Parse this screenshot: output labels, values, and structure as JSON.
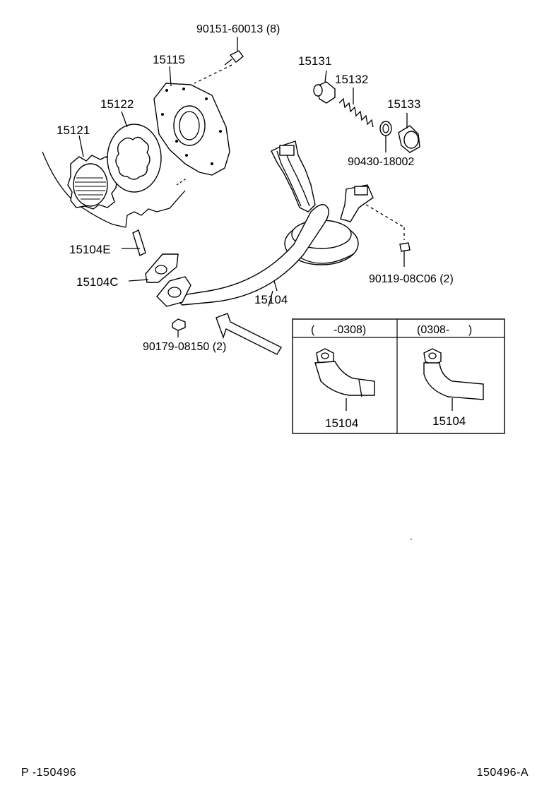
{
  "labels": {
    "bolt_60013": "90151-60013 (8)",
    "cover_15115": "15115",
    "rotor_15122": "15122",
    "gear_15121": "15121",
    "valve_15131": "15131",
    "spring_15132": "15132",
    "plug_15133": "15133",
    "gasket_18002": "90430-18002",
    "stud_15104E": "15104E",
    "gasket_15104C": "15104C",
    "strainer_15104": "15104",
    "bolt_08C06": "90119-08C06 (2)",
    "nut_08150": "90179-08150 (2)"
  },
  "inset": {
    "left_header": "(      -0308)",
    "right_header": "(0308-      )",
    "left_part": "15104",
    "right_part": "15104"
  },
  "footer": {
    "left": "P -150496",
    "right": "150496-A"
  }
}
